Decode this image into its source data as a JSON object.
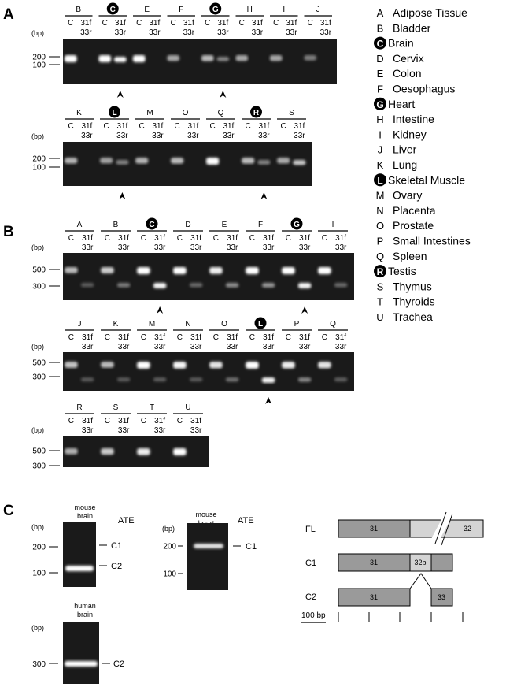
{
  "panels": {
    "A": {
      "letter": "A",
      "gels": [
        {
          "lanes": [
            "B",
            "C",
            "E",
            "F",
            "G",
            "H",
            "I",
            "J"
          ],
          "circled": [
            "C",
            "G"
          ],
          "arrow_lanes": [
            "C",
            "G"
          ],
          "markers": [
            "200",
            "100"
          ],
          "bands": [
            [
              1,
              0
            ],
            [
              1,
              1
            ],
            [
              1,
              0
            ],
            [
              0.5,
              0
            ],
            [
              0.6,
              0.35
            ],
            [
              0.5,
              0
            ],
            [
              0.5,
              0
            ],
            [
              0.25,
              0
            ]
          ]
        },
        {
          "lanes": [
            "K",
            "L",
            "M",
            "O",
            "Q",
            "R",
            "S"
          ],
          "circled": [
            "L",
            "R"
          ],
          "arrow_lanes": [
            "L",
            "R"
          ],
          "markers": [
            "200",
            "100"
          ],
          "bands": [
            [
              0.55,
              0
            ],
            [
              0.45,
              0.35
            ],
            [
              0.55,
              0
            ],
            [
              0.6,
              0
            ],
            [
              1,
              0
            ],
            [
              0.6,
              0.35
            ],
            [
              0.5,
              0.75
            ]
          ]
        }
      ]
    },
    "B": {
      "letter": "B",
      "gels": [
        {
          "lanes": [
            "A",
            "B",
            "C",
            "D",
            "E",
            "F",
            "G",
            "I"
          ],
          "circled": [
            "C",
            "G"
          ],
          "arrow_lanes": [
            "C",
            "G"
          ],
          "markers": [
            "500",
            "300"
          ],
          "bands": [
            [
              0.6,
              0.12
            ],
            [
              0.7,
              0.3
            ],
            [
              1,
              1
            ],
            [
              1,
              0.2
            ],
            [
              0.9,
              0.4
            ],
            [
              1,
              0.45
            ],
            [
              1,
              1
            ],
            [
              1,
              0.2
            ]
          ]
        },
        {
          "lanes": [
            "J",
            "K",
            "M",
            "N",
            "O",
            "L",
            "P",
            "Q"
          ],
          "circled": [
            "L"
          ],
          "arrow_lanes": [
            "L"
          ],
          "markers": [
            "500",
            "300"
          ],
          "bands": [
            [
              0.65,
              0.1
            ],
            [
              0.6,
              0.1
            ],
            [
              1,
              0.12
            ],
            [
              0.95,
              0.1
            ],
            [
              0.85,
              0.22
            ],
            [
              1,
              1
            ],
            [
              0.9,
              0.35
            ],
            [
              0.85,
              0.12
            ]
          ]
        },
        {
          "lanes": [
            "R",
            "S",
            "T",
            "U"
          ],
          "circled": [],
          "arrow_lanes": [],
          "markers": [
            "500",
            "300"
          ],
          "bands": [
            [
              0.55,
              0
            ],
            [
              0.7,
              0
            ],
            [
              0.9,
              0
            ],
            [
              1,
              0
            ]
          ]
        }
      ]
    },
    "C": {
      "letter": "C",
      "ate": "ATE",
      "mouse_brain": "mouse\nbrain",
      "mouse_heart": "mouse\nheart",
      "human_brain": "human\nbrain",
      "mb_markers": [
        "200",
        "100"
      ],
      "mh_markers": [
        "200",
        "100"
      ],
      "hb_markers": [
        "300"
      ],
      "c1": "C1",
      "c2": "C2",
      "diagram": {
        "fl": "FL",
        "c1": "C1",
        "c2": "C2",
        "e31": "31",
        "e32": "32",
        "e32b": "32b",
        "e33": "33",
        "scale": "100 bp"
      }
    }
  },
  "common": {
    "bp": "(bp)",
    "lane_c": "C",
    "lane_31f": "31f",
    "lane_33r": "33r"
  },
  "legend": [
    {
      "letter": "A",
      "label": "Adipose Tissue",
      "circled": false
    },
    {
      "letter": "B",
      "label": "Bladder",
      "circled": false
    },
    {
      "letter": "C",
      "label": "Brain",
      "circled": true
    },
    {
      "letter": "D",
      "label": "Cervix",
      "circled": false
    },
    {
      "letter": "E",
      "label": "Colon",
      "circled": false
    },
    {
      "letter": "F",
      "label": "Oesophagus",
      "circled": false
    },
    {
      "letter": "G",
      "label": "Heart",
      "circled": true
    },
    {
      "letter": "H",
      "label": "Intestine",
      "circled": false
    },
    {
      "letter": "I",
      "label": "Kidney",
      "circled": false
    },
    {
      "letter": "J",
      "label": "Liver",
      "circled": false
    },
    {
      "letter": "K",
      "label": "Lung",
      "circled": false
    },
    {
      "letter": "L",
      "label": "Skeletal Muscle",
      "circled": true
    },
    {
      "letter": "M",
      "label": "Ovary",
      "circled": false
    },
    {
      "letter": "N",
      "label": "Placenta",
      "circled": false
    },
    {
      "letter": "O",
      "label": "Prostate",
      "circled": false
    },
    {
      "letter": "P",
      "label": "Small Intestines",
      "circled": false
    },
    {
      "letter": "Q",
      "label": "Spleen",
      "circled": false
    },
    {
      "letter": "R",
      "label": "Testis",
      "circled": true
    },
    {
      "letter": "S",
      "label": "Thymus",
      "circled": false
    },
    {
      "letter": "T",
      "label": "Thyroids",
      "circled": false
    },
    {
      "letter": "U",
      "label": "Trachea",
      "circled": false
    }
  ]
}
